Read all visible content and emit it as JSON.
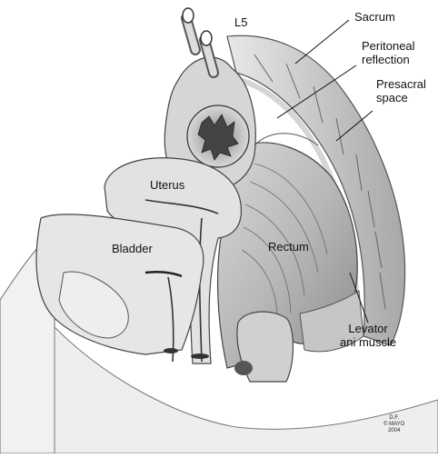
{
  "figure": {
    "labels": {
      "l5": "L5",
      "sacrum": "Sacrum",
      "peritoneal_reflection": [
        "Peritoneal",
        "reflection"
      ],
      "presacral_space": [
        "Presacral",
        "space"
      ],
      "uterus": "Uterus",
      "bladder": "Bladder",
      "rectum": "Rectum",
      "levator_ani_muscle": [
        "Levator",
        "ani muscle"
      ]
    },
    "signature": [
      "D.F.",
      "© MAYO",
      "2004"
    ]
  }
}
